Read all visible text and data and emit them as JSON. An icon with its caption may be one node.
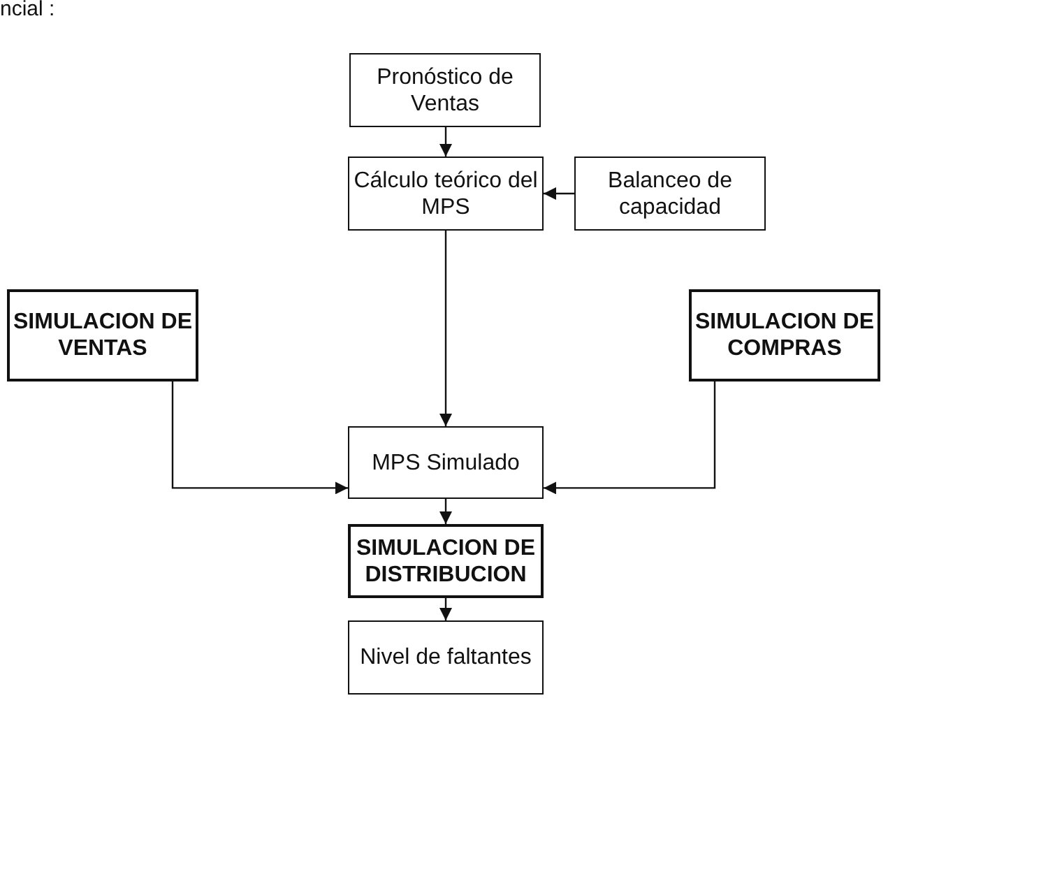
{
  "diagram": {
    "nodes": [
      {
        "text": [
          "Pronóstico de Ventas"
        ]
      },
      {
        "text": [
          "Cálculo teórico del MPS"
        ]
      },
      {
        "text": [
          "Balanceo de capacidad"
        ]
      },
      {
        "text": [
          "SIMULACION DE VENTAS"
        ]
      },
      {
        "text": [
          "SIMULACION DE COMPRAS"
        ]
      },
      {
        "text": [
          "MPS Simulado"
        ]
      },
      {
        "text": [
          "SIMULACION DE DISTRIBUCION"
        ]
      },
      {
        "text": [
          "Nivel de faltantes"
        ]
      }
    ],
    "edges": [
      {
        "from": 0,
        "to": 1,
        "arrow": "to"
      },
      {
        "from": 2,
        "to": 1,
        "arrow": "to"
      },
      {
        "from": 1,
        "to": 5,
        "arrow": "to"
      },
      {
        "from": 3,
        "to": 5,
        "arrow": "to"
      },
      {
        "from": 4,
        "to": 5,
        "arrow": "to"
      },
      {
        "from": 5,
        "to": 6,
        "arrow": "to"
      },
      {
        "from": 6,
        "to": 7,
        "arrow": "to"
      }
    ],
    "labels": [
      "ncial :"
    ]
  }
}
